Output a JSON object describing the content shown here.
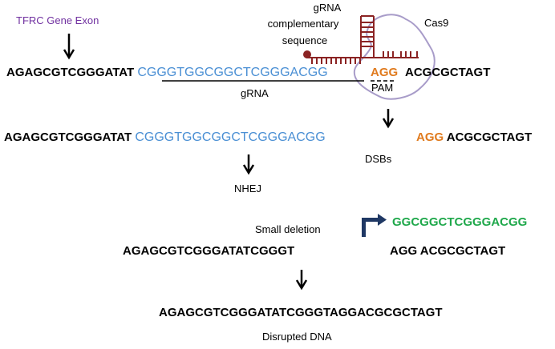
{
  "labels": {
    "gene_exon": "TFRC Gene Exon",
    "grna_comp_line1": "gRNA",
    "grna_comp_line2": "complementary",
    "grna_comp_line3": "sequence",
    "cas9": "Cas9",
    "grna": "gRNA",
    "pam": "PAM",
    "dsbs": "DSBs",
    "nhej": "NHEJ",
    "small_deletion": "Small deletion",
    "disrupted_dna": "Disrupted DNA"
  },
  "sequences": {
    "row1": {
      "left": "AGAGCGTCGGGATAT",
      "grna": "CGGGTGGCGGCTCGGGACGG",
      "pam": "AGG",
      "right": "ACGCGCTAGT"
    },
    "row2": {
      "left": "AGAGCGTCGGGATAT",
      "grna": "CGGGTGGCGGCTCGGGACGG",
      "pam": "AGG",
      "right": "ACGCGCTAGT"
    },
    "deleted": "GGCGGCTCGGGACGG",
    "row3_left": "AGAGCGTCGGGATATCGGGT",
    "row3_right": "AGG ACGCGCTAGT",
    "final": "AGAGCGTCGGGATATCGGGTAGGACGCGCTAGT"
  },
  "colors": {
    "gene_exon": "#7030a0",
    "grna_seq": "#4a8fd4",
    "pam": "#e07b1f",
    "rna_strand": "#8b2323",
    "cas9_outline": "#a89cc9",
    "deleted_seq": "#1fa84b",
    "bent_arrow": "#1f3864"
  }
}
